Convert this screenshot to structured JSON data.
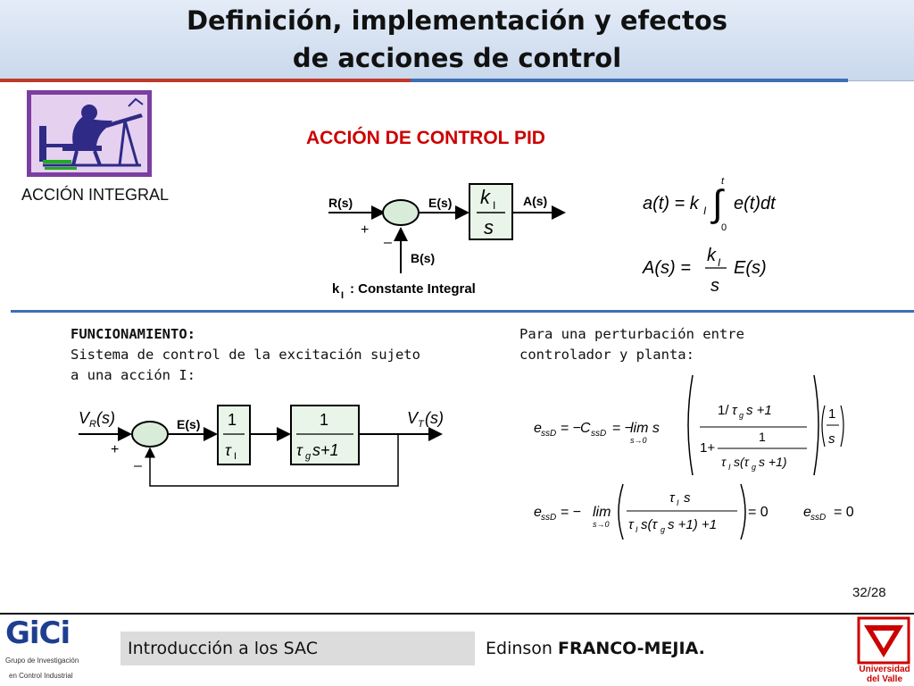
{
  "slide": {
    "title_line1": "Definición, implementación y efectos",
    "title_line2": "de acciones de control",
    "heading": "ACCIÓN DE CONTROL PID",
    "subheading": "ACCIÓN INTEGRAL",
    "page_number": "32/28"
  },
  "diagram1": {
    "input": "R(s)",
    "error": "E(s)",
    "output": "A(s)",
    "feedback": "B(s)",
    "plus": "+",
    "minus": "–",
    "block_num": "k",
    "block_sub": "I",
    "block_den": "s",
    "caption_k": "k",
    "caption_sub": "I",
    "caption_text": ": Constante Integral"
  },
  "equations": {
    "eq1": "a(t) = k_I ∫₀ᵗ e(t)dt",
    "eq2": "A(s) = (k_I / s) E(s)"
  },
  "funcionamiento": {
    "heading": "FUNCIONAMIENTO:",
    "line1": "Sistema de control de la excitación sujeto",
    "line2": "a una acción I:"
  },
  "diagram2": {
    "input": "V_R(s)",
    "error": "E(s)",
    "output": "V_T(s)",
    "plus": "+",
    "minus": "–",
    "block1_num": "1",
    "block1_den": "τ_I",
    "block2_num": "1",
    "block2_den": "τ_g s + 1"
  },
  "perturbacion": {
    "line1": "Para una perturbación entre",
    "line2": "controlador y planta:"
  },
  "equations2": {
    "eq3": "e_ssD = −C_ssD = − lim_{s→0} s [ (1/τ_g s + 1) / (1 + 1/(τ_I s(τ_g s + 1))) ] (1/s)",
    "eq4": "e_ssD = − lim_{s→0} [ τ_I s / (τ_I s(τ_g s + 1) + 1) ] = 0",
    "eq5": "e_ssD = 0"
  },
  "footer": {
    "logo_text": "GiCi",
    "logo_sub1": "Grupo de Investigación",
    "logo_sub2": "en Control Industrial",
    "course": "Introducción a los SAC",
    "author_first": "Edinson ",
    "author_last": "FRANCO-MEJIA.",
    "univ_line1": "Universidad",
    "univ_line2": "del Valle"
  },
  "colors": {
    "heading_red": "#cc0000",
    "accent_red": "#c0392b",
    "accent_blue": "#3d6fb3",
    "clipart_purple": "#7b3fa0",
    "block_fill": "#e9f5e9"
  }
}
